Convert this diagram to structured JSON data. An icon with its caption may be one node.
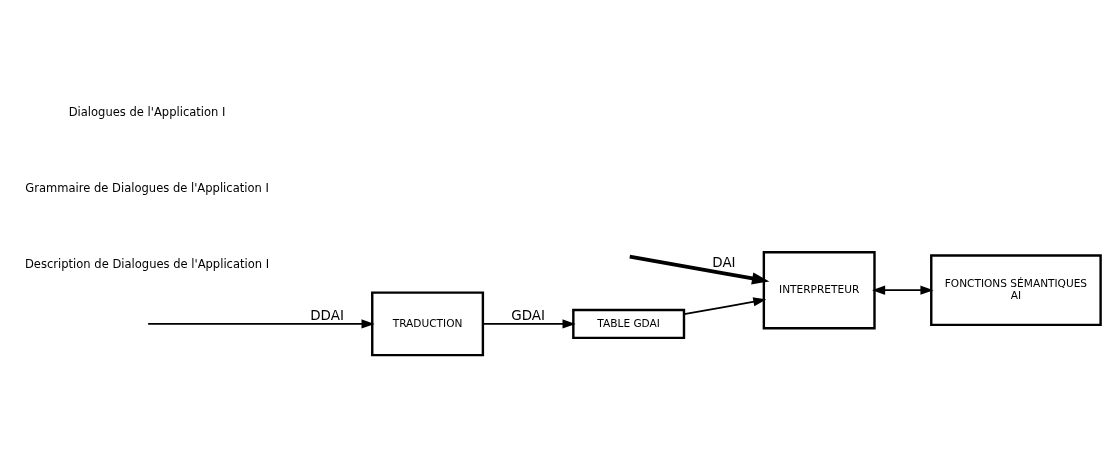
{
  "diagram": {
    "nodes": [
      {
        "text": [
          "TRADUCTION"
        ]
      },
      {
        "text": [
          "TABLE GDAI"
        ]
      },
      {
        "text": [
          "INTERPRETEUR"
        ]
      },
      {
        "text": [
          "FONCTIONS SÉMANTIQUES",
          "AI"
        ]
      }
    ],
    "edges": [
      {
        "from": null,
        "to": 0,
        "arrow": "to",
        "label": "DDAI"
      },
      {
        "from": 0,
        "to": 1,
        "arrow": "to",
        "label": "GDAI"
      },
      {
        "from": 1,
        "to": 2,
        "arrow": "to"
      },
      {
        "from": 2,
        "to": 3,
        "arrow": "both"
      },
      {
        "from": null,
        "to": 2,
        "arrow": "to",
        "label": "DAI",
        "style": "thick"
      }
    ],
    "labels": [
      "Description de Dialogues de l'Application I",
      "Grammaire de Dialogues de l'Application I",
      "Dialogues de l'Application I"
    ]
  }
}
